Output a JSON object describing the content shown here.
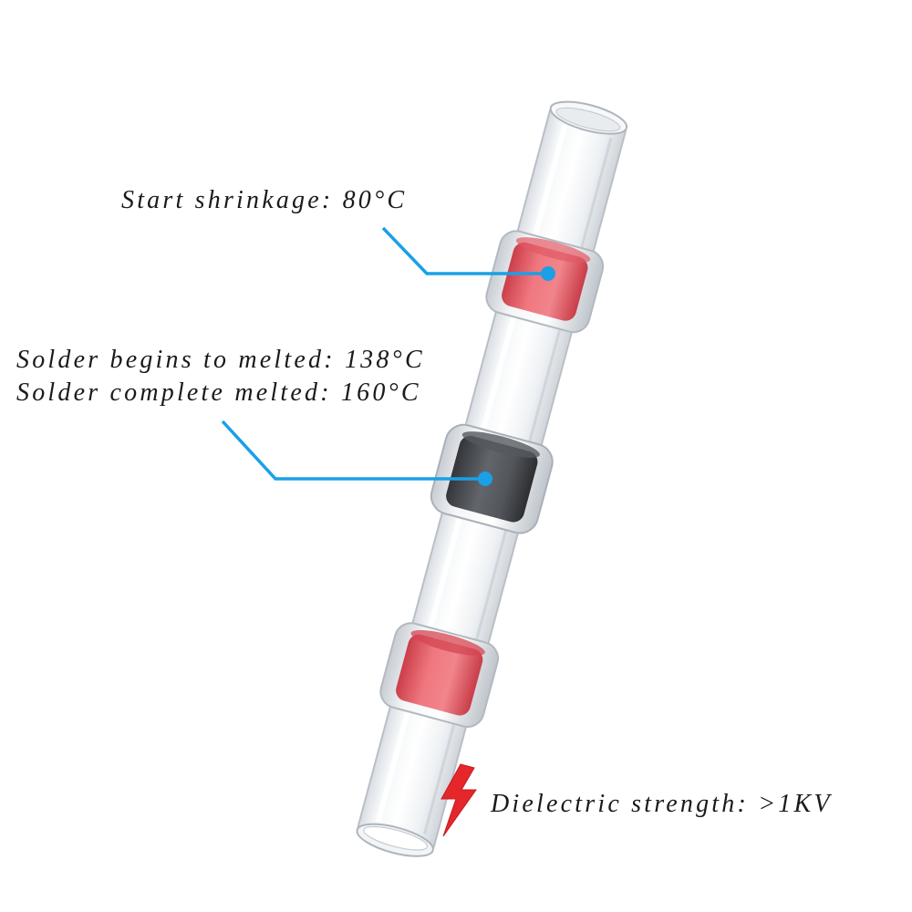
{
  "annotations": {
    "shrinkage": "Start shrinkage: 80°C",
    "solder_begin": "Solder begins to melted: 138°C",
    "solder_complete": "Solder complete melted: 160°C",
    "dielectric": "Dielectric strength: >1KV"
  },
  "icons": {
    "voltage": "lightning-bolt-icon"
  },
  "colors": {
    "callout_line": "#1aa0e6",
    "seal_ring": "#e8505a",
    "solder_ring": "#3c3f44",
    "lightning": "#e5262b",
    "text": "#1a1a1a"
  }
}
